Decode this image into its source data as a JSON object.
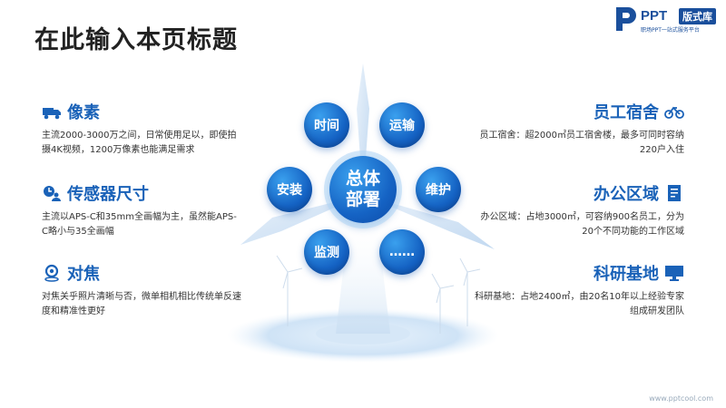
{
  "page_title": "在此输入本页标题",
  "logo": {
    "brand": "PPT",
    "badge": "版式库",
    "tagline": "职场PPT一站式服务平台"
  },
  "center": {
    "line1": "总体",
    "line2": "部署"
  },
  "bubbles": {
    "time": "时间",
    "transport": "运输",
    "install": "安装",
    "maintain": "维护",
    "monitor": "监测",
    "more": "……"
  },
  "left_items": [
    {
      "title": "像素",
      "icon": "truck-icon",
      "desc": "主流2000-3000万之间，日常使用足以，即使拍摄4K视频，1200万像素也能满足需求"
    },
    {
      "title": "传感器尺寸",
      "icon": "clock-user-icon",
      "desc": "主流以APS-C和35mm全画幅为主，虽然能APS-C略小与35全画幅"
    },
    {
      "title": "对焦",
      "icon": "location-pin-icon",
      "desc": "对焦关乎照片清晰与否，微单相机相比传统单反速度和精准性更好"
    }
  ],
  "right_items": [
    {
      "title": "员工宿舍",
      "icon": "bicycle-icon",
      "desc": "员工宿舍：超2000㎡员工宿舍楼，最多可同时容纳220户入住"
    },
    {
      "title": "办公区域",
      "icon": "document-icon",
      "desc": "办公区域：占地3000㎡，可容纳900名员工，分为20个不同功能的工作区域"
    },
    {
      "title": "科研基地",
      "icon": "monitor-icon",
      "desc": "科研基地：占地2400㎡，由20名10年以上经验专家组成研发团队"
    }
  ],
  "footer": "www.pptcool.com",
  "colors": {
    "accent": "#1a62b8",
    "bubble": "#1563c4",
    "logo": "#1a4f9c"
  }
}
